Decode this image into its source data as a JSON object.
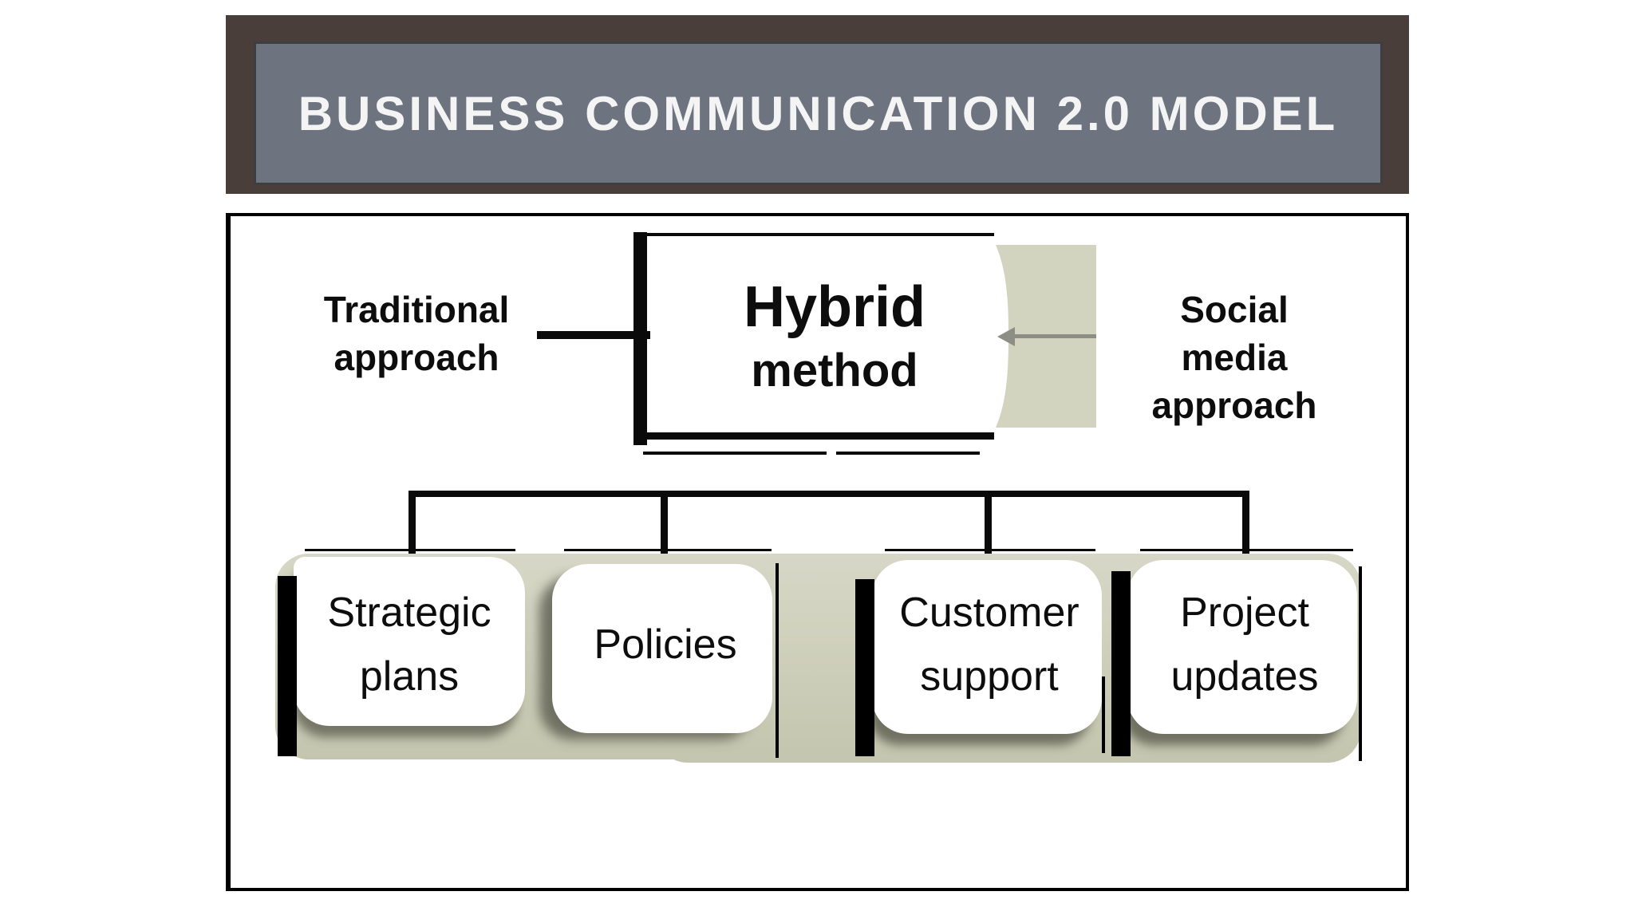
{
  "banner": {
    "title": "BUSINESS COMMUNICATION 2.0 MODEL"
  },
  "hybrid": {
    "line1": "Hybrid",
    "line2": "method"
  },
  "labels": {
    "traditional": "Traditional\napproach",
    "social": "Social media\napproach"
  },
  "children": [
    {
      "label": "Strategic\nplans"
    },
    {
      "label": "Policies"
    },
    {
      "label": "Customer\nsupport"
    },
    {
      "label": "Project\nupdates"
    }
  ],
  "icons": {
    "arrow": "left-arrow-icon"
  },
  "colors": {
    "frame": "#4a3e3a",
    "panel": "#6d7480",
    "titletext": "#f4f4f5",
    "beige": "#cfd0bc",
    "beigedark": "#c3c5ae",
    "tab": "#d2d4c0",
    "arrow": "#8d8f86",
    "line": "#0a0a0a",
    "ink": "#0d0d0d"
  }
}
